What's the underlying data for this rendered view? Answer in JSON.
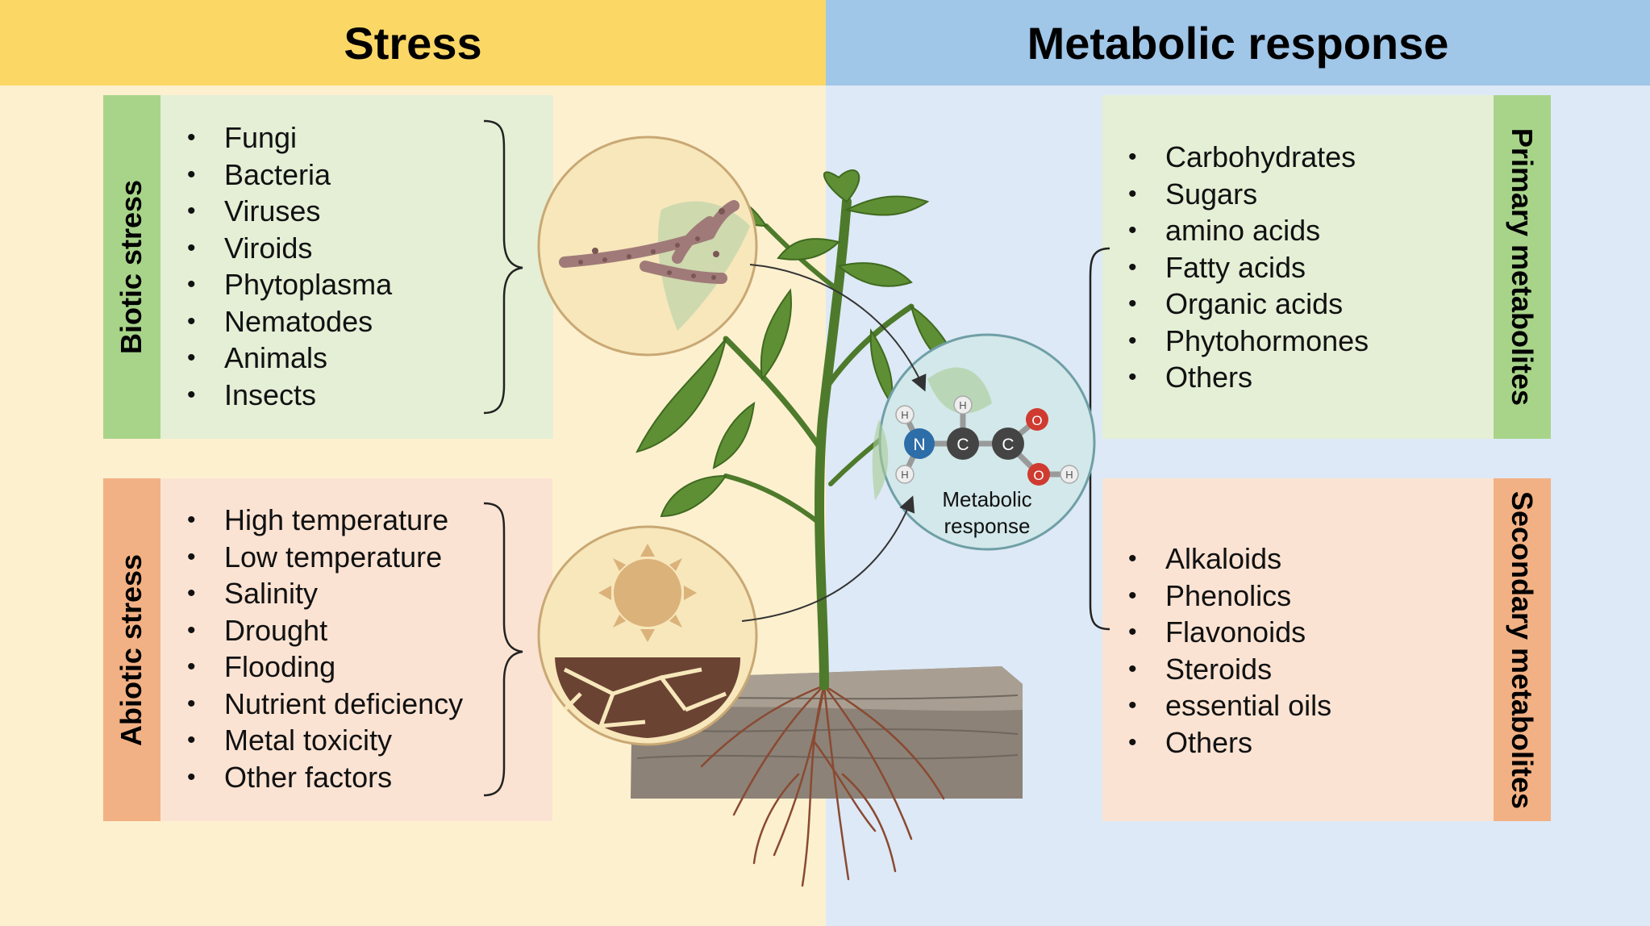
{
  "headers": {
    "left": "Stress",
    "right": "Metabolic response"
  },
  "biotic": {
    "label": "Biotic stress",
    "items": [
      "Fungi",
      "Bacteria",
      "Viruses",
      "Viroids",
      "Phytoplasma",
      "Nematodes",
      "Animals",
      "Insects"
    ]
  },
  "abiotic": {
    "label": "Abiotic stress",
    "items": [
      "High temperature",
      "Low temperature",
      "Salinity",
      "Drought",
      "Flooding",
      "Nutrient deficiency",
      "Metal toxicity",
      "Other factors"
    ]
  },
  "primary": {
    "label": "Primary metabolites",
    "items": [
      "Carbohydrates",
      "Sugars",
      "amino acids",
      "Fatty acids",
      "Organic acids",
      "Phytohormones",
      "Others"
    ]
  },
  "secondary": {
    "label": "Secondary metabolites",
    "items": [
      "Alkaloids",
      "Phenolics",
      "Flavonoids",
      "Steroids",
      "essential oils",
      "Others"
    ]
  },
  "molecule": {
    "caption_line1": "Metabolic",
    "caption_line2": "response",
    "atom_n": "N",
    "atom_c1": "C",
    "atom_c2": "C",
    "atom_o1": "O",
    "atom_o2": "O",
    "atom_h": "H"
  },
  "colors": {
    "stress_header": "#fbd766",
    "response_header": "#a0c6e8",
    "biotic_tab": "#a8d48a",
    "biotic_body": "#e4efd6",
    "abiotic_tab": "#f2b184",
    "abiotic_body": "#fbe3d3"
  }
}
